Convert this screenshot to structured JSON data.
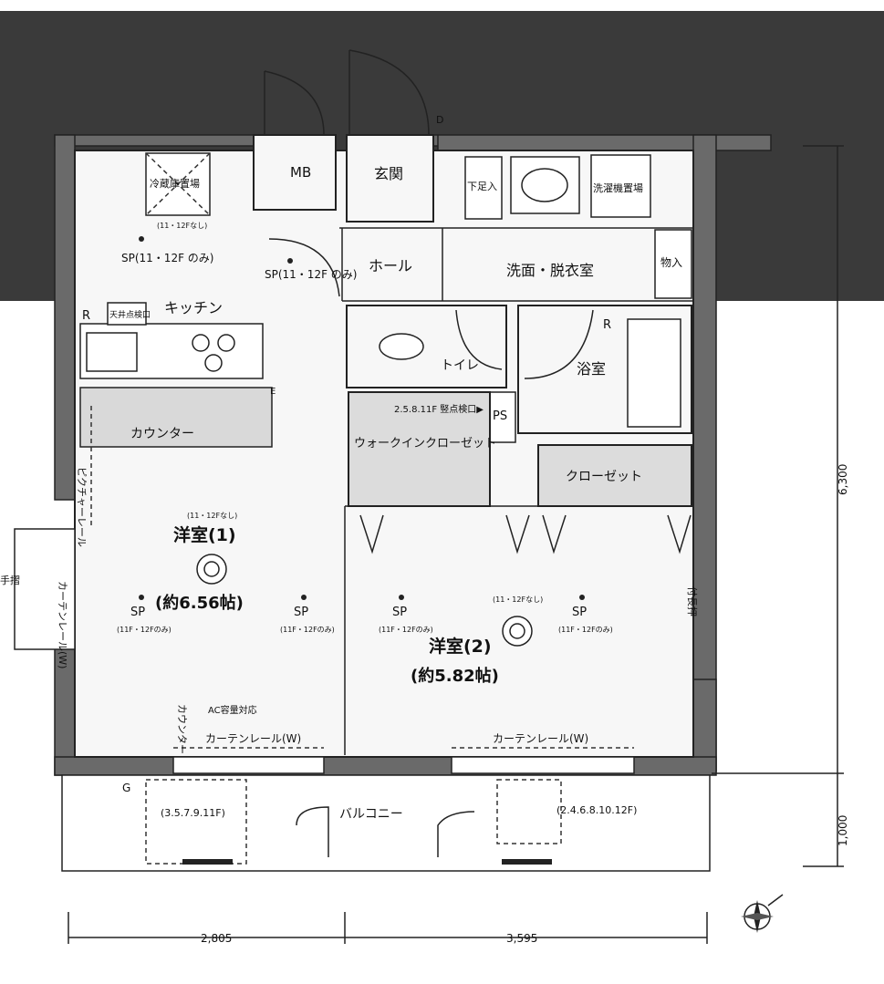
{
  "rooms": {
    "mb": "MB",
    "genkan": "玄関",
    "shoe_storage": "下足入",
    "fridge": "冷蔵庫置場",
    "washer": "洗濯機置場",
    "hall": "ホール",
    "washroom": "洗面・脱衣室",
    "storage": "物入",
    "kitchen": "キッチン",
    "ceiling_hatch": "天井点検口",
    "toilet": "トイレ",
    "bath": "浴室",
    "walk_in_closet": "ウォークインクローゼット",
    "closet": "クローゼット",
    "counter": "カウンター",
    "picture_rail": "ピクチャーレール",
    "curtain_rail_left": "カーテンレール(W)",
    "room1_name": "洋室(1)",
    "room1_size": "(約6.56帖)",
    "room2_name": "洋室(2)",
    "room2_size": "(約5.82帖)",
    "counter2": "カウンター",
    "curtain_rail_1": "カーテンレール(W)",
    "curtain_rail_2": "カーテンレール(W)",
    "balcony": "バルコニー",
    "ps": "PS",
    "handrail": "手摺",
    "fixed_closet": "付長押",
    "ac_note": "AC容量対応",
    "check_hatch": "2.5.8.11F 竪点検口▶"
  },
  "floor_notes": {
    "fridge_note": "(11・12Fなし)",
    "sp_kitchen": "SP(11・12F のみ)",
    "sp_hall": "SP(11・12F のみ)",
    "room1_light": "(11・12Fなし)",
    "room2_light": "(11・12Fなし)",
    "sp_label": "SP",
    "sp_note": "(11F・12Fのみ)",
    "balcony_left": "(3.5.7.9.11F)",
    "balcony_right": "(2.4.6.8.10.12F)"
  },
  "dimensions": {
    "width_left": "2,805",
    "width_right": "3,595",
    "height_main": "6,300",
    "height_balcony": "1,000"
  },
  "symbols": {
    "r1": "R",
    "r2": "R",
    "d": "D",
    "e": "E",
    "g": "G"
  }
}
